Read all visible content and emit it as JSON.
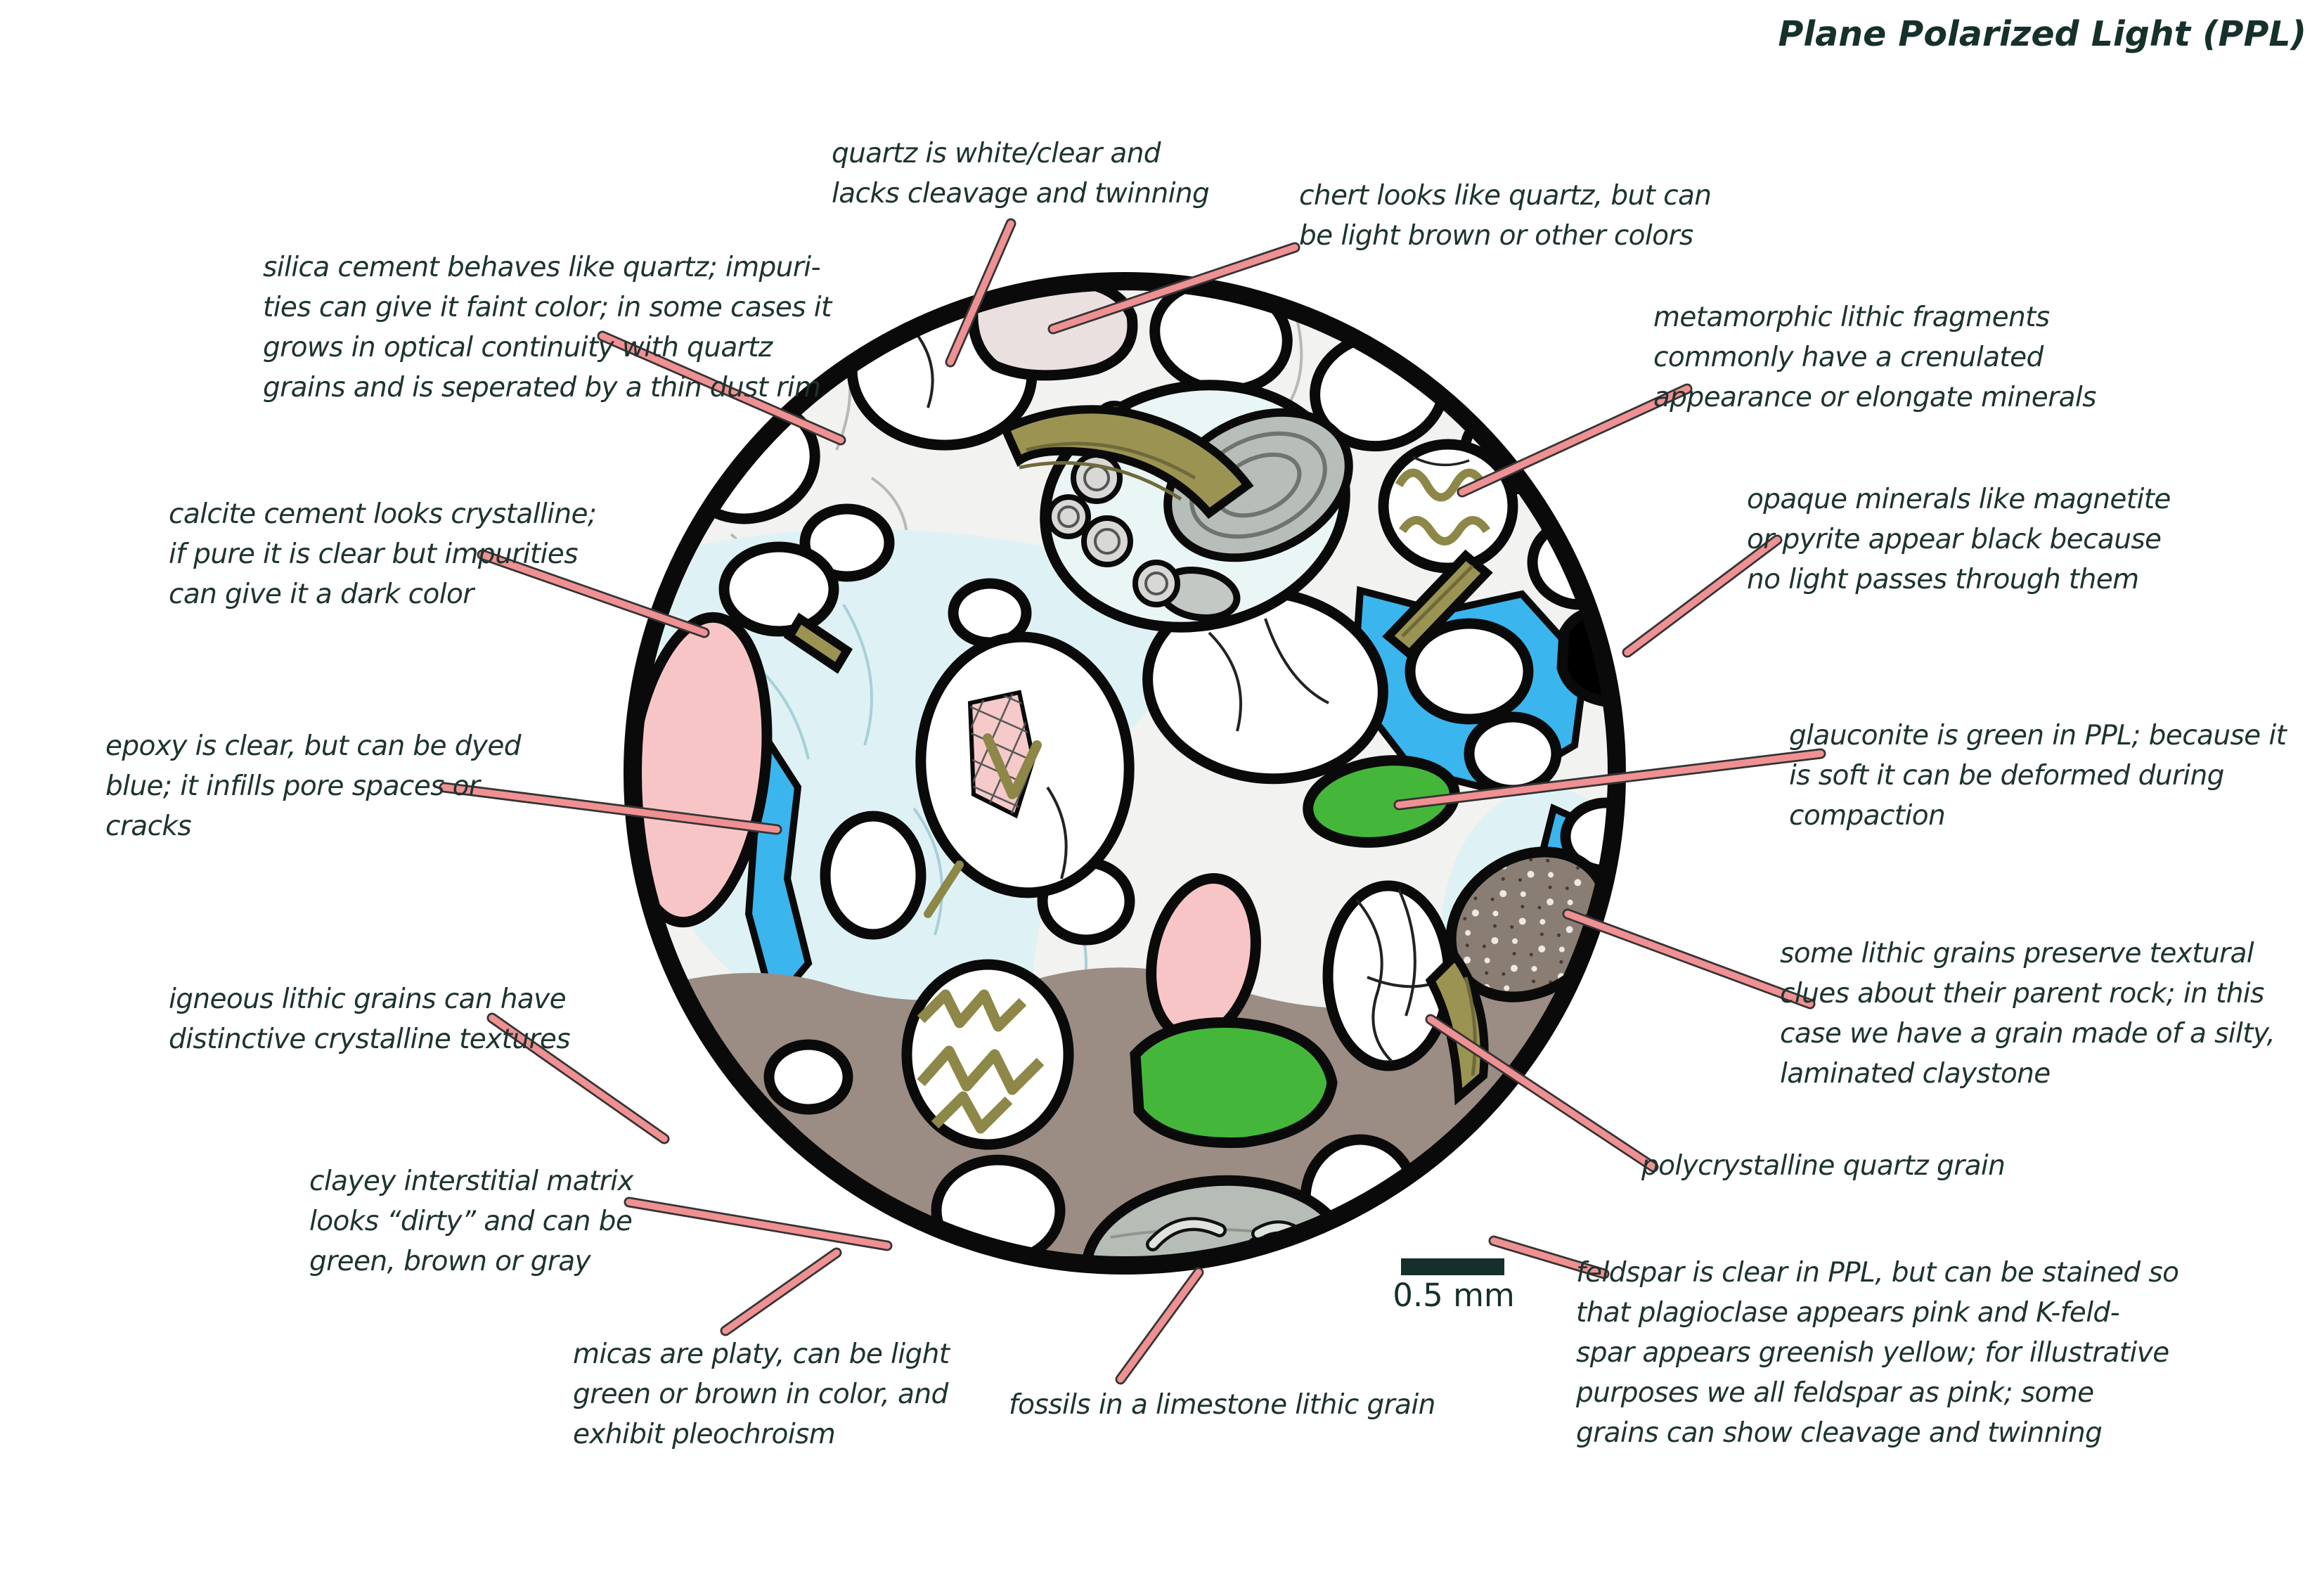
{
  "title": "Plane Polarized Light (PPL)",
  "scale_bar": {
    "label": "0.5 mm"
  },
  "colors": {
    "annotation_text": "#1d3330",
    "leader_line": "#ef9092",
    "silica_cement": "#f2f2f0",
    "calcite_cement_cyan": "#def2f5",
    "epoxy_blue": "#3ab5ee",
    "clay_matrix_brown": "#9b8d83",
    "feldspar_pink": "#f8c5c6",
    "glauconite_green": "#44b73b",
    "mica_olive": "#9b9352",
    "opaque_black": "#000000",
    "chert_pale": "#ebe0e0",
    "limestone_gray": "#b6bdb7",
    "claystone_brown": "#8a7d73"
  },
  "annotations": [
    {
      "id": "quartz",
      "target": "quartz-grain",
      "text": "quartz is white/clear and\nlacks cleavage and twinning"
    },
    {
      "id": "chert",
      "target": "chert-grain",
      "text": "chert looks like quartz, but can\nbe light brown or other colors"
    },
    {
      "id": "silica-cement",
      "target": "silica-cement-area",
      "text": "silica cement behaves like quartz; impuri-\nties can give it faint color; in some cases it\ngrows in optical continuity with quartz\ngrains and is seperated by a thin dust rim"
    },
    {
      "id": "metamorphic-lithic",
      "target": "metamorphic-lithic-fragment",
      "text": "metamorphic lithic fragments\ncommonly have a crenulated\nappearance or elongate minerals"
    },
    {
      "id": "calcite-cement",
      "target": "calcite-cement-area",
      "text": "calcite cement looks crystalline;\nif pure it is clear but impurities\ncan give it a dark color"
    },
    {
      "id": "opaque-minerals",
      "target": "opaque-mineral-grain",
      "text": "opaque minerals like magnetite\nor pyrite appear black because\nno light passes through them"
    },
    {
      "id": "epoxy",
      "target": "epoxy-pore-fill",
      "text": "epoxy is clear, but can be dyed\nblue; it infills pore spaces or\ncracks"
    },
    {
      "id": "glauconite",
      "target": "glauconite-grain",
      "text": "glauconite is green in PPL; because it\nis soft it can be deformed during\ncompaction"
    },
    {
      "id": "igneous-lithic",
      "target": "igneous-lithic-grain",
      "text": "igneous lithic grains can have\ndistinctive crystalline textures"
    },
    {
      "id": "lithic-textural",
      "target": "claystone-lithic-grain",
      "text": "some lithic grains preserve textural\nclues about their parent rock; in this\ncase we have a grain made of a silty,\nlaminated claystone"
    },
    {
      "id": "clayey-matrix",
      "target": "clay-matrix-area",
      "text": "clayey interstitial matrix\nlooks “dirty” and can be\ngreen, brown or gray"
    },
    {
      "id": "polycrystalline-quartz",
      "target": "polycrystalline-quartz-grain",
      "text": "polycrystalline quartz grain"
    },
    {
      "id": "micas",
      "target": "mica-lath",
      "text": "micas are platy, can be light\ngreen or brown in color, and\nexhibit pleochroism"
    },
    {
      "id": "fossils",
      "target": "limestone-lithic-grain-with-fossils",
      "text": "fossils in a limestone lithic grain"
    },
    {
      "id": "feldspar",
      "target": "stained-feldspar-grain",
      "text": "feldspar is clear in PPL, but can be stained so\nthat plagioclase appears pink and K-feld-\nspar appears greenish yellow; for illustrative\npurposes we all feldspar as pink; some\ngrains can show cleavage and twinning"
    }
  ]
}
